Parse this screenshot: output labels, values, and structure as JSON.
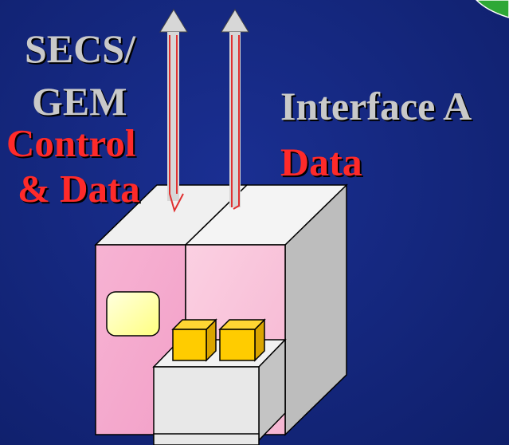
{
  "labels": {
    "secs_line1": "SECS/",
    "secs_line2": "GEM",
    "control_line1": "Control",
    "control_line2": "& Data",
    "interface_a": "Interface A",
    "data": "Data"
  },
  "colors": {
    "background": "#152880",
    "label_gray": "#c9c9c9",
    "label_red": "#ff2a2a",
    "arrow_shaft": "#d7d7d7",
    "arrow_outline": "#e03030",
    "panel_left": "#f4a8cf",
    "panel_right": "#f8c0d8",
    "cabinet_side": "#bdbdbd",
    "cabinet_top": "#f0f0f0",
    "display": "#ffffa8",
    "chip": "#ffcc00",
    "stage": "#e8e8e8",
    "corner_badge": "#2ea836"
  }
}
